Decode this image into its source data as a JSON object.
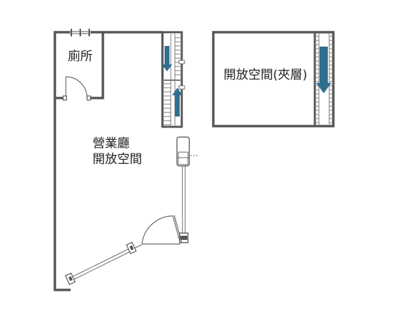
{
  "rooms": {
    "toilet": "廁所",
    "main_line1": "營業廳",
    "main_line2": "開放空間",
    "mezzanine": "開放空間(夾層)"
  },
  "colors": {
    "wall": "#555555",
    "arrow": "#2f6e8f",
    "thin": "#777777"
  }
}
